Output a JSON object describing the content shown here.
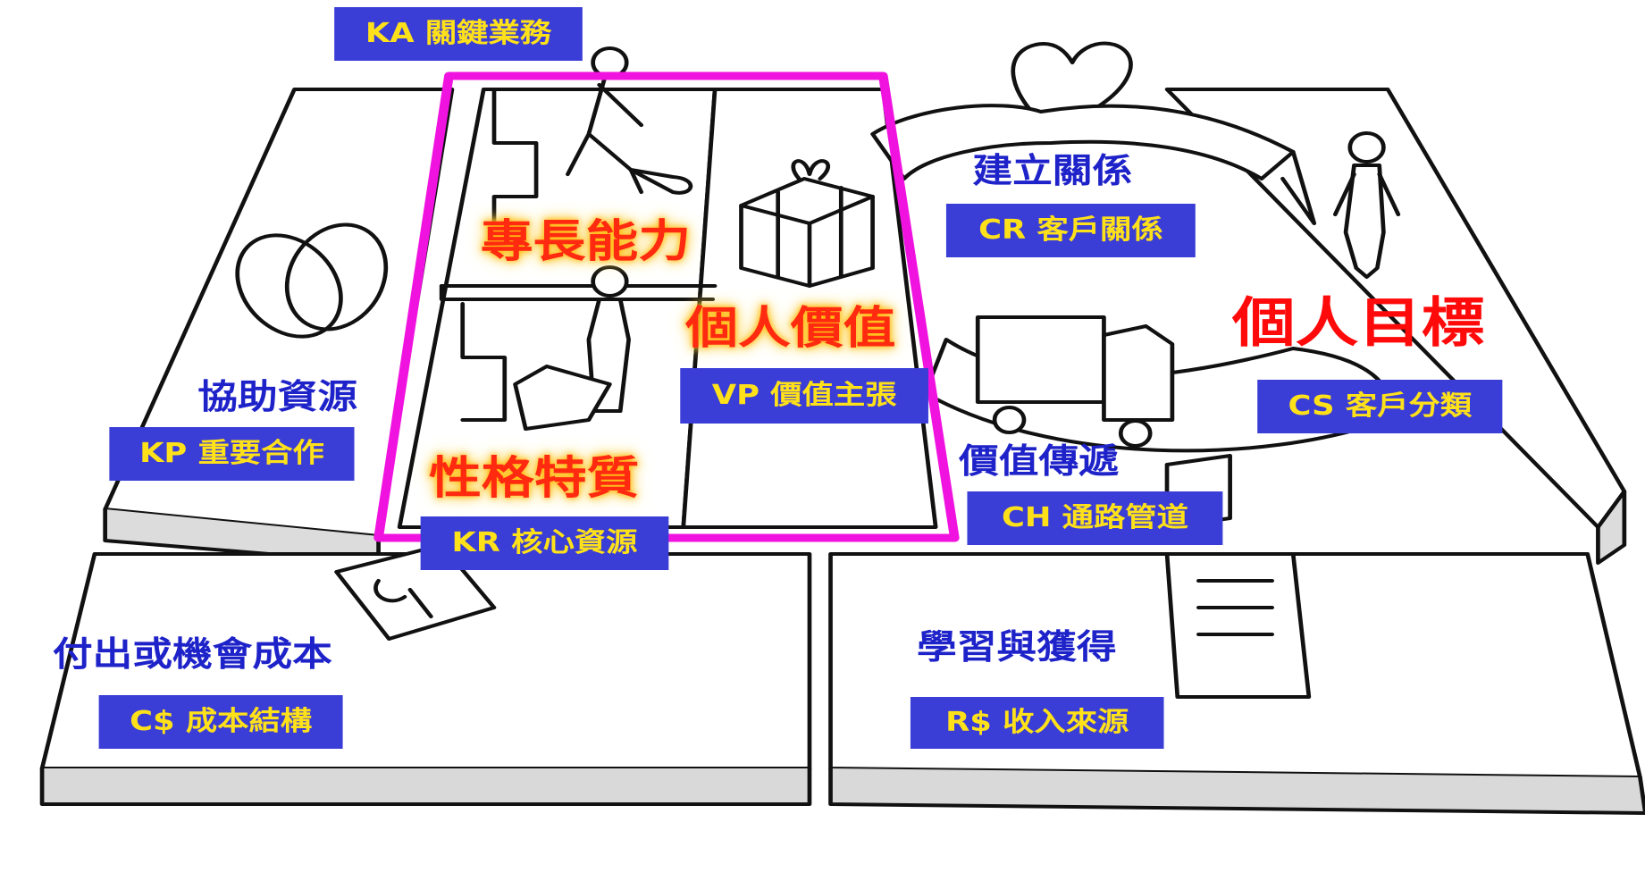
{
  "block_codes": {
    "ka": "KA 關鍵業務",
    "cr": "CR 客戶關係",
    "vp": "VP 價值主張",
    "cs": "CS 客戶分類",
    "kp": "KP 重要合作",
    "kr": "KR 核心資源",
    "ch": "CH 通路管道",
    "cost": "C$ 成本結構",
    "revenue": "R$ 收入來源"
  },
  "personal_labels": {
    "relationship": "建立關係",
    "helpers": "協助資源",
    "delivery": "價值傳遞",
    "cost": "付出或機會成本",
    "revenue": "學習與獲得"
  },
  "highlight_labels": {
    "expertise": "專長能力",
    "personal_value": "個人價值",
    "traits": "性格特質",
    "personal_goal": "個人目標"
  },
  "colors": {
    "tag_bg": "#3a3dd6",
    "tag_text": "#ffe11a",
    "label_blue": "#1e22c9",
    "label_red": "#ff2a10",
    "highlight_frame": "#f013e0"
  }
}
